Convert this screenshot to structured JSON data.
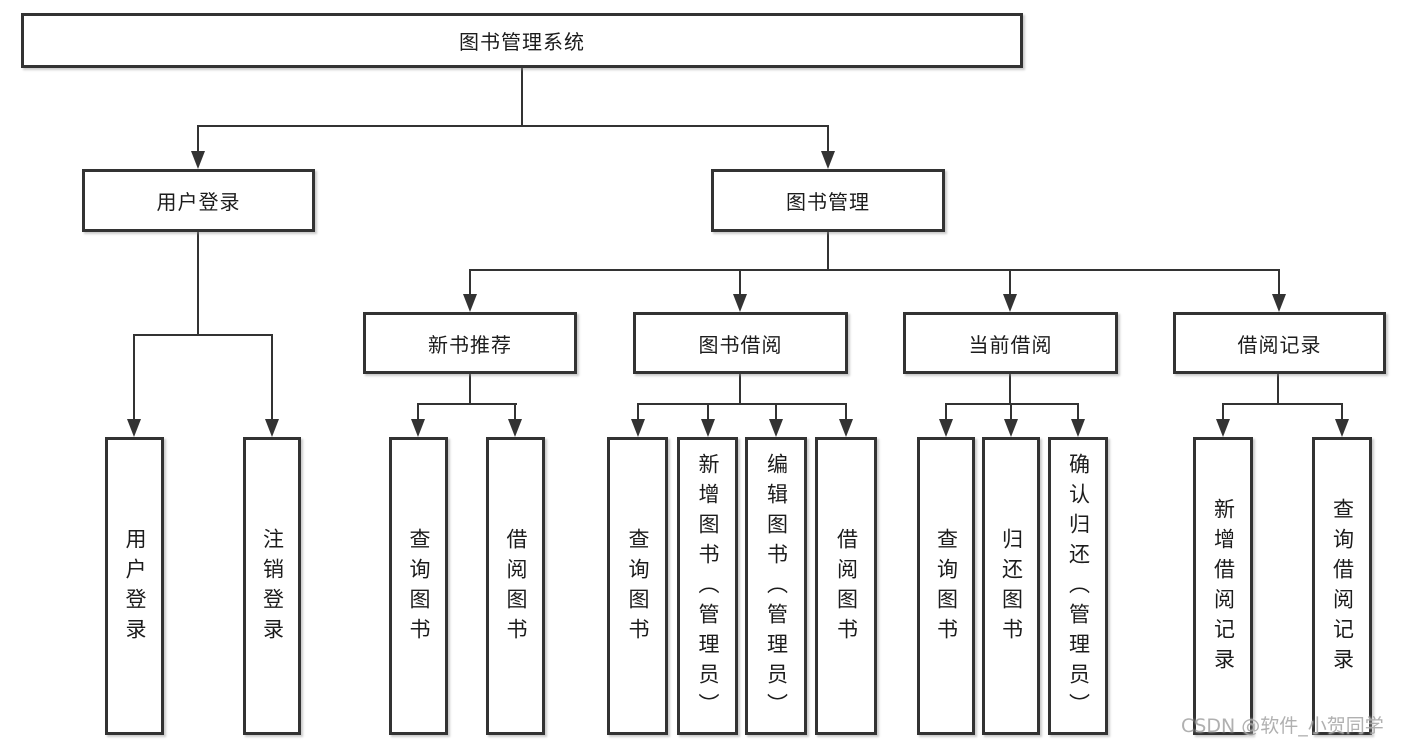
{
  "colors": {
    "line": "#333333",
    "box_border": "#333333",
    "box_fill": "#ffffff",
    "text": "#1c1c1c",
    "watermark": "#a2a2a2",
    "background": "#ffffff"
  },
  "watermark": {
    "text": "CSDN @软件_小贺同学"
  },
  "diagram": {
    "root": {
      "label": "图书管理系统"
    },
    "branches": [
      {
        "label": "用户登录",
        "children": [
          {
            "label": "用户登录"
          },
          {
            "label": "注销登录"
          }
        ]
      },
      {
        "label": "图书管理",
        "children": [
          {
            "label": "新书推荐",
            "children": [
              {
                "label": "查询图书"
              },
              {
                "label": "借阅图书"
              }
            ]
          },
          {
            "label": "图书借阅",
            "children": [
              {
                "label": "查询图书"
              },
              {
                "label": "新增图书（管理员）"
              },
              {
                "label": "编辑图书（管理员）"
              },
              {
                "label": "借阅图书"
              }
            ]
          },
          {
            "label": "当前借阅",
            "children": [
              {
                "label": "查询图书"
              },
              {
                "label": "归还图书"
              },
              {
                "label": "确认归还（管理员）"
              }
            ]
          },
          {
            "label": "借阅记录",
            "children": [
              {
                "label": "新增借阅记录"
              },
              {
                "label": "查询借阅记录"
              }
            ]
          }
        ]
      }
    ]
  }
}
